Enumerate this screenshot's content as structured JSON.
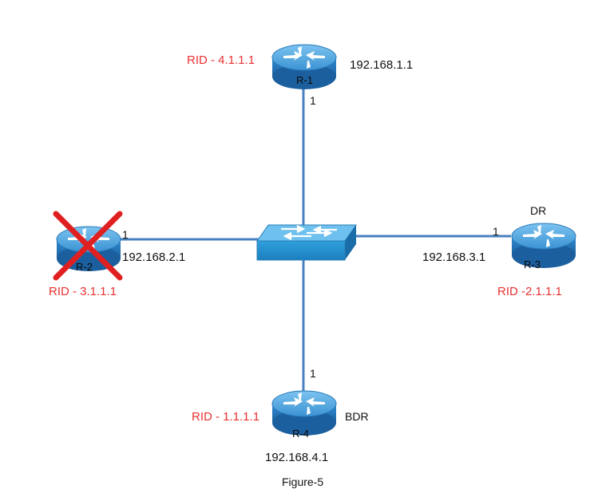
{
  "routers": {
    "r1": {
      "name": "R-1",
      "ip": "192.168.1.1",
      "rid": "RID - 4.1.1.1",
      "cost": "1"
    },
    "r2": {
      "name": "R-2",
      "ip": "192.168.2.1",
      "rid": "RID - 3.1.1.1",
      "cost": "1",
      "status": "failed"
    },
    "r3": {
      "name": "R-3",
      "ip": "192.168.3.1",
      "rid": "RID -2.1.1.1",
      "cost": "1",
      "role": "DR"
    },
    "r4": {
      "name": "R-4",
      "ip": "192.168.4.1",
      "rid": "RID - 1.1.1.1",
      "cost": "1",
      "role": "BDR"
    }
  },
  "caption": "Figure-5",
  "colors": {
    "router_fill": "#2f86c9",
    "router_top": "#5aaee6",
    "switch_fill": "#2a9bd6",
    "link": "#4a7fc0",
    "rid_text": "#e8312f",
    "fail_mark": "#e02020"
  }
}
